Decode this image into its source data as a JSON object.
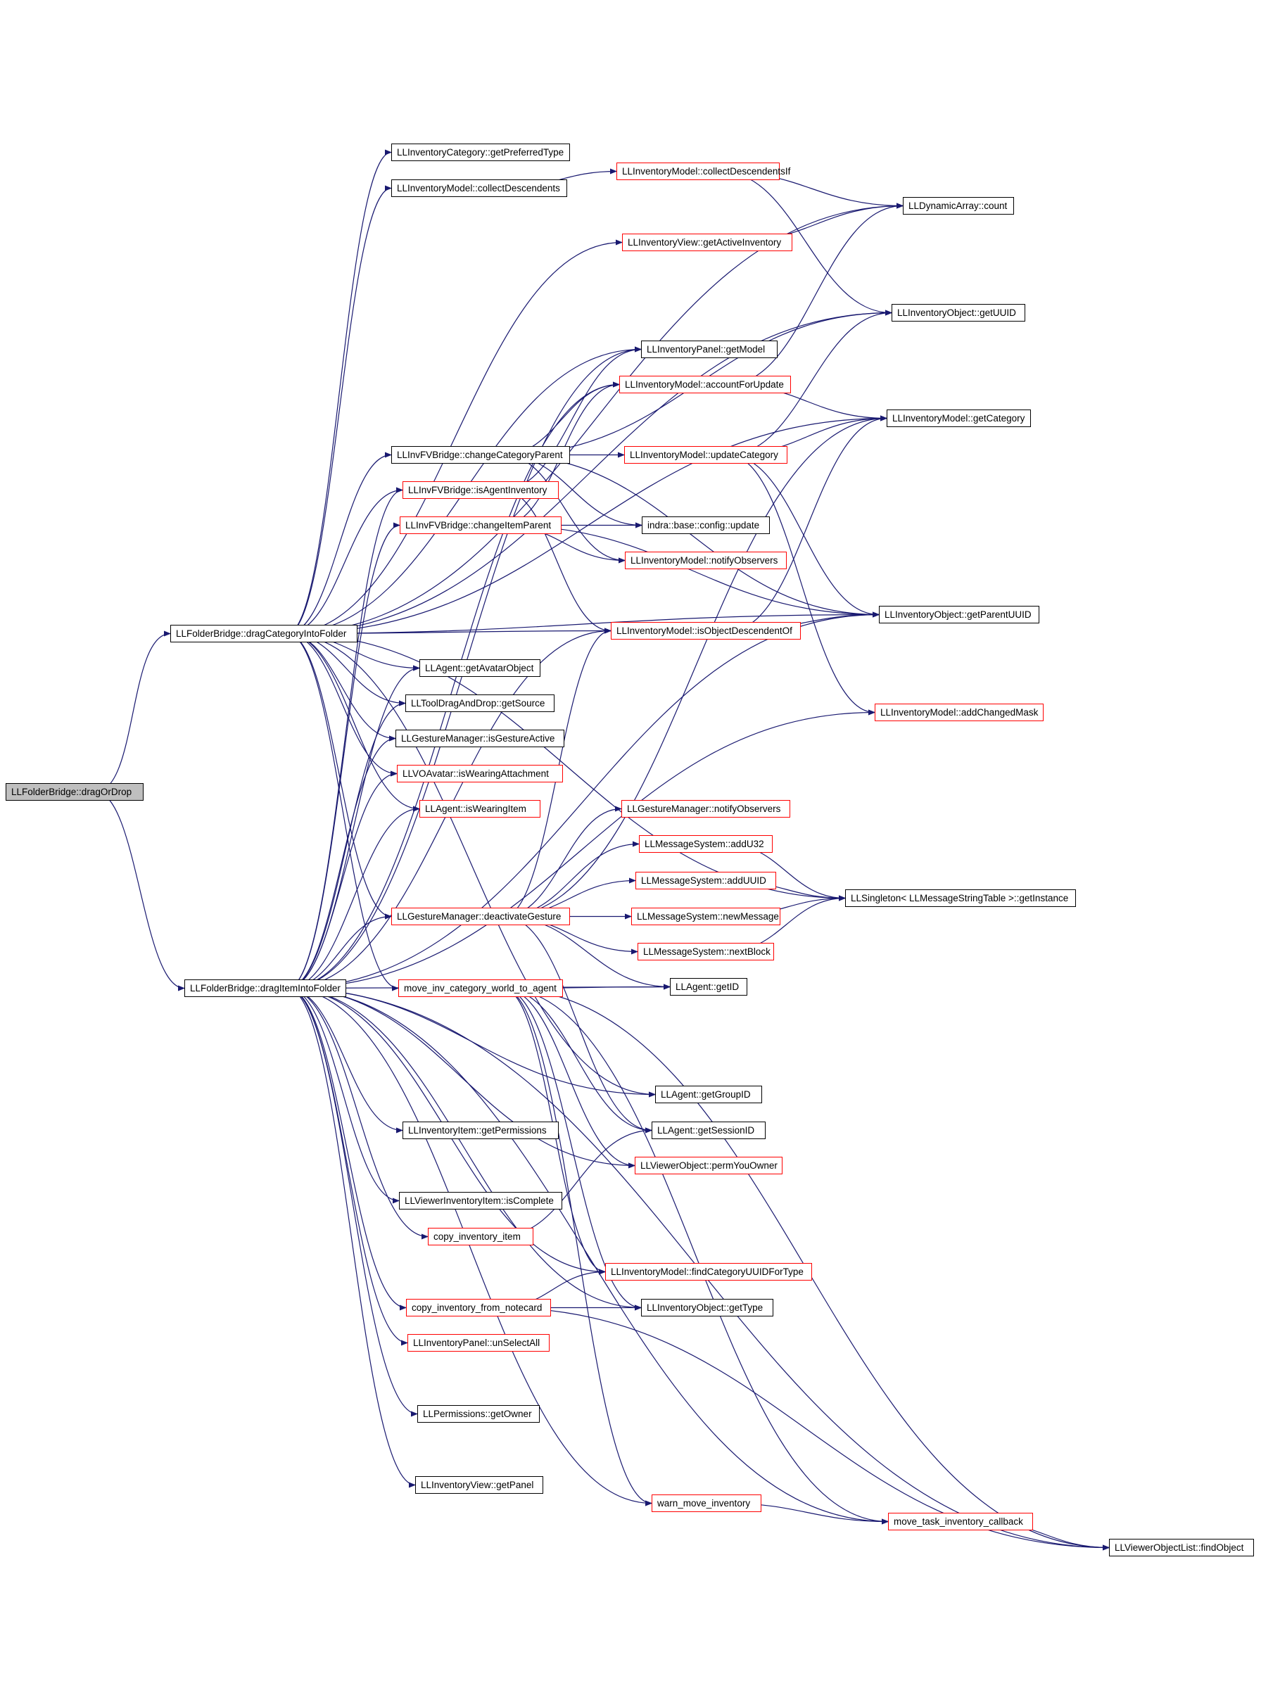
{
  "graph": {
    "root": "n_root",
    "colors": {
      "edge": "#191970",
      "border_linked": "#ff0000",
      "border_plain": "#000000",
      "root_fill": "#bfbfbf"
    },
    "nodes": [
      {
        "id": "n_root",
        "label": "LLFolderBridge::dragOrDrop",
        "style": "root"
      },
      {
        "id": "n_dcat",
        "label": "LLFolderBridge::dragCategoryIntoFolder",
        "style": "plain"
      },
      {
        "id": "n_ditem",
        "label": "LLFolderBridge::dragItemIntoFolder",
        "style": "plain"
      },
      {
        "id": "n_pref",
        "label": "LLInventoryCategory::getPreferredType",
        "style": "plain"
      },
      {
        "id": "n_coll",
        "label": "LLInventoryModel::collectDescendents",
        "style": "plain"
      },
      {
        "id": "n_collif",
        "label": "LLInventoryModel::collectDescendentsIf",
        "style": "red"
      },
      {
        "id": "n_count",
        "label": "LLDynamicArray::count",
        "style": "plain"
      },
      {
        "id": "n_active",
        "label": "LLInventoryView::getActiveInventory",
        "style": "red"
      },
      {
        "id": "n_uuid",
        "label": "LLInventoryObject::getUUID",
        "style": "plain"
      },
      {
        "id": "n_getmodel",
        "label": "LLInventoryPanel::getModel",
        "style": "plain"
      },
      {
        "id": "n_acct",
        "label": "LLInventoryModel::accountForUpdate",
        "style": "red"
      },
      {
        "id": "n_getcat",
        "label": "LLInventoryModel::getCategory",
        "style": "plain"
      },
      {
        "id": "n_ccp",
        "label": "LLInvFVBridge::changeCategoryParent",
        "style": "plain"
      },
      {
        "id": "n_updcat",
        "label": "LLInventoryModel::updateCategory",
        "style": "red"
      },
      {
        "id": "n_isagent",
        "label": "LLInvFVBridge::isAgentInventory",
        "style": "red"
      },
      {
        "id": "n_cip",
        "label": "LLInvFVBridge::changeItemParent",
        "style": "red"
      },
      {
        "id": "n_indra",
        "label": "indra::base::config::update",
        "style": "plain"
      },
      {
        "id": "n_notify",
        "label": "LLInventoryModel::notifyObservers",
        "style": "red"
      },
      {
        "id": "n_isdesc",
        "label": "LLInventoryModel::isObjectDescendentOf",
        "style": "red"
      },
      {
        "id": "n_parent",
        "label": "LLInventoryObject::getParentUUID",
        "style": "plain"
      },
      {
        "id": "n_avobj",
        "label": "LLAgent::getAvatarObject",
        "style": "plain"
      },
      {
        "id": "n_source",
        "label": "LLToolDragAndDrop::getSource",
        "style": "plain"
      },
      {
        "id": "n_addmask",
        "label": "LLInventoryModel::addChangedMask",
        "style": "red"
      },
      {
        "id": "n_gactive",
        "label": "LLGestureManager::isGestureActive",
        "style": "plain"
      },
      {
        "id": "n_wattach",
        "label": "LLVOAvatar::isWearingAttachment",
        "style": "red"
      },
      {
        "id": "n_gnotify",
        "label": "LLGestureManager::notifyObservers",
        "style": "red"
      },
      {
        "id": "n_wearitem",
        "label": "LLAgent::isWearingItem",
        "style": "red"
      },
      {
        "id": "n_addu32",
        "label": "LLMessageSystem::addU32",
        "style": "red"
      },
      {
        "id": "n_adduuid",
        "label": "LLMessageSystem::addUUID",
        "style": "red"
      },
      {
        "id": "n_single",
        "label": "LLSingleton< LLMessageStringTable >::getInstance",
        "style": "plain"
      },
      {
        "id": "n_deact",
        "label": "LLGestureManager::deactivateGesture",
        "style": "red"
      },
      {
        "id": "n_newmsg",
        "label": "LLMessageSystem::newMessage",
        "style": "red"
      },
      {
        "id": "n_nextblk",
        "label": "LLMessageSystem::nextBlock",
        "style": "red"
      },
      {
        "id": "n_getid",
        "label": "LLAgent::getID",
        "style": "plain"
      },
      {
        "id": "n_moveinv",
        "label": "move_inv_category_world_to_agent",
        "style": "red"
      },
      {
        "id": "n_group",
        "label": "LLAgent::getGroupID",
        "style": "plain"
      },
      {
        "id": "n_perms",
        "label": "LLInventoryItem::getPermissions",
        "style": "plain"
      },
      {
        "id": "n_session",
        "label": "LLAgent::getSessionID",
        "style": "plain"
      },
      {
        "id": "n_permown",
        "label": "LLViewerObject::permYouOwner",
        "style": "red"
      },
      {
        "id": "n_complete",
        "label": "LLViewerInventoryItem::isComplete",
        "style": "plain"
      },
      {
        "id": "n_copyinv",
        "label": "copy_inventory_item",
        "style": "red"
      },
      {
        "id": "n_findcat",
        "label": "LLInventoryModel::findCategoryUUIDForType",
        "style": "red"
      },
      {
        "id": "n_copynote",
        "label": "copy_inventory_from_notecard",
        "style": "red"
      },
      {
        "id": "n_gettype",
        "label": "LLInventoryObject::getType",
        "style": "plain"
      },
      {
        "id": "n_unsel",
        "label": "LLInventoryPanel::unSelectAll",
        "style": "red"
      },
      {
        "id": "n_owner",
        "label": "LLPermissions::getOwner",
        "style": "plain"
      },
      {
        "id": "n_panel",
        "label": "LLInventoryView::getPanel",
        "style": "plain"
      },
      {
        "id": "n_warn",
        "label": "warn_move_inventory",
        "style": "red"
      },
      {
        "id": "n_movetask",
        "label": "move_task_inventory_callback",
        "style": "red"
      },
      {
        "id": "n_findobj",
        "label": "LLViewerObjectList::findObject",
        "style": "plain"
      }
    ],
    "edges": [
      [
        "n_root",
        "n_dcat"
      ],
      [
        "n_root",
        "n_ditem"
      ],
      [
        "n_dcat",
        "n_pref"
      ],
      [
        "n_dcat",
        "n_coll"
      ],
      [
        "n_dcat",
        "n_count"
      ],
      [
        "n_dcat",
        "n_active"
      ],
      [
        "n_dcat",
        "n_uuid"
      ],
      [
        "n_dcat",
        "n_getmodel"
      ],
      [
        "n_dcat",
        "n_getcat"
      ],
      [
        "n_dcat",
        "n_ccp"
      ],
      [
        "n_dcat",
        "n_isagent"
      ],
      [
        "n_dcat",
        "n_isdesc"
      ],
      [
        "n_dcat",
        "n_parent"
      ],
      [
        "n_dcat",
        "n_avobj"
      ],
      [
        "n_dcat",
        "n_source"
      ],
      [
        "n_dcat",
        "n_gactive"
      ],
      [
        "n_dcat",
        "n_wattach"
      ],
      [
        "n_dcat",
        "n_wearitem"
      ],
      [
        "n_dcat",
        "n_single"
      ],
      [
        "n_dcat",
        "n_deact"
      ],
      [
        "n_dcat",
        "n_moveinv"
      ],
      [
        "n_dcat",
        "n_group"
      ],
      [
        "n_ditem",
        "n_getmodel"
      ],
      [
        "n_ditem",
        "n_acct"
      ],
      [
        "n_ditem",
        "n_isagent"
      ],
      [
        "n_ditem",
        "n_cip"
      ],
      [
        "n_ditem",
        "n_isdesc"
      ],
      [
        "n_ditem",
        "n_parent"
      ],
      [
        "n_ditem",
        "n_avobj"
      ],
      [
        "n_ditem",
        "n_source"
      ],
      [
        "n_ditem",
        "n_gactive"
      ],
      [
        "n_ditem",
        "n_wattach"
      ],
      [
        "n_ditem",
        "n_wearitem"
      ],
      [
        "n_ditem",
        "n_deact"
      ],
      [
        "n_ditem",
        "n_getid"
      ],
      [
        "n_ditem",
        "n_group"
      ],
      [
        "n_ditem",
        "n_perms"
      ],
      [
        "n_ditem",
        "n_permown"
      ],
      [
        "n_ditem",
        "n_complete"
      ],
      [
        "n_ditem",
        "n_copyinv"
      ],
      [
        "n_ditem",
        "n_findcat"
      ],
      [
        "n_ditem",
        "n_copynote"
      ],
      [
        "n_ditem",
        "n_gettype"
      ],
      [
        "n_ditem",
        "n_unsel"
      ],
      [
        "n_ditem",
        "n_owner"
      ],
      [
        "n_ditem",
        "n_panel"
      ],
      [
        "n_ditem",
        "n_warn"
      ],
      [
        "n_ditem",
        "n_movetask"
      ],
      [
        "n_ditem",
        "n_findobj"
      ],
      [
        "n_ditem",
        "n_addmask"
      ],
      [
        "n_coll",
        "n_collif"
      ],
      [
        "n_collif",
        "n_count"
      ],
      [
        "n_collif",
        "n_uuid"
      ],
      [
        "n_active",
        "n_count"
      ],
      [
        "n_acct",
        "n_getcat"
      ],
      [
        "n_acct",
        "n_count"
      ],
      [
        "n_ccp",
        "n_acct"
      ],
      [
        "n_ccp",
        "n_updcat"
      ],
      [
        "n_ccp",
        "n_indra"
      ],
      [
        "n_ccp",
        "n_notify"
      ],
      [
        "n_ccp",
        "n_parent"
      ],
      [
        "n_ccp",
        "n_uuid"
      ],
      [
        "n_updcat",
        "n_getcat"
      ],
      [
        "n_updcat",
        "n_uuid"
      ],
      [
        "n_updcat",
        "n_parent"
      ],
      [
        "n_updcat",
        "n_addmask"
      ],
      [
        "n_isagent",
        "n_isdesc"
      ],
      [
        "n_isagent",
        "n_getmodel"
      ],
      [
        "n_cip",
        "n_indra"
      ],
      [
        "n_cip",
        "n_notify"
      ],
      [
        "n_cip",
        "n_parent"
      ],
      [
        "n_cip",
        "n_acct"
      ],
      [
        "n_isdesc",
        "n_getcat"
      ],
      [
        "n_isdesc",
        "n_parent"
      ],
      [
        "n_deact",
        "n_gnotify"
      ],
      [
        "n_deact",
        "n_addu32"
      ],
      [
        "n_deact",
        "n_adduuid"
      ],
      [
        "n_deact",
        "n_newmsg"
      ],
      [
        "n_deact",
        "n_nextblk"
      ],
      [
        "n_deact",
        "n_getid"
      ],
      [
        "n_deact",
        "n_session"
      ],
      [
        "n_deact",
        "n_isdesc"
      ],
      [
        "n_addu32",
        "n_single"
      ],
      [
        "n_adduuid",
        "n_single"
      ],
      [
        "n_newmsg",
        "n_single"
      ],
      [
        "n_nextblk",
        "n_single"
      ],
      [
        "n_moveinv",
        "n_getid"
      ],
      [
        "n_moveinv",
        "n_session"
      ],
      [
        "n_moveinv",
        "n_findobj"
      ],
      [
        "n_moveinv",
        "n_permown"
      ],
      [
        "n_moveinv",
        "n_movetask"
      ],
      [
        "n_moveinv",
        "n_warn"
      ],
      [
        "n_moveinv",
        "n_gettype"
      ],
      [
        "n_moveinv",
        "n_findcat"
      ],
      [
        "n_copyinv",
        "n_session"
      ],
      [
        "n_copynote",
        "n_findcat"
      ],
      [
        "n_copynote",
        "n_gettype"
      ],
      [
        "n_copynote",
        "n_findobj"
      ],
      [
        "n_warn",
        "n_movetask"
      ],
      [
        "n_movetask",
        "n_findobj"
      ],
      [
        "n_deact",
        "n_getcat"
      ]
    ]
  }
}
